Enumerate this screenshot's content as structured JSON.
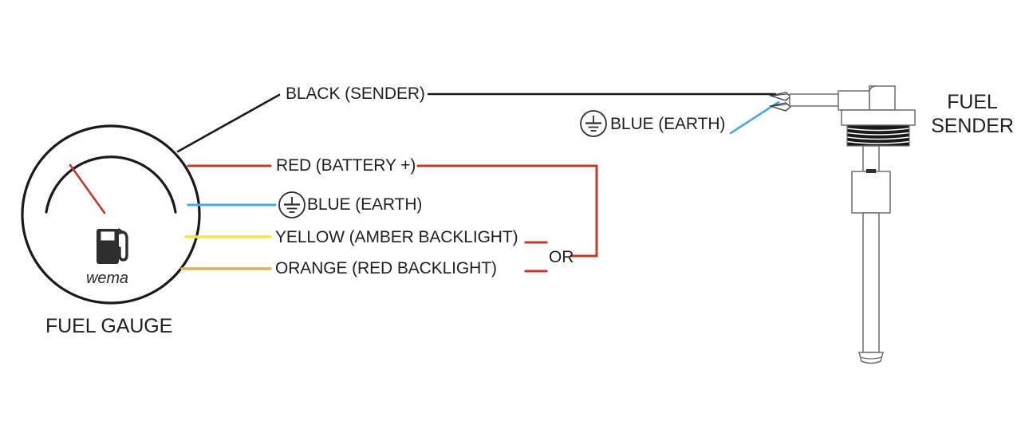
{
  "diagram": {
    "title": "Wema fuel gauge to fuel sender wiring diagram",
    "background": "#ffffff"
  },
  "gauge": {
    "name": "FUEL GAUGE",
    "brand": "wema",
    "icon": "fuel-pump-icon",
    "needle_color": "#c0392b",
    "body_color": "#1a1a1a"
  },
  "sender": {
    "name_line1": "FUEL",
    "name_line2": "SENDER",
    "body_color": "#6e6e6e"
  },
  "wires": [
    {
      "id": "black-sender",
      "label": "BLACK (SENDER)",
      "color": "#1a1a1a"
    },
    {
      "id": "red-battery",
      "label": "RED (BATTERY +)",
      "color": "#c0392b"
    },
    {
      "id": "blue-earth-gauge",
      "label": "BLUE (EARTH)",
      "color": "#4da8d8"
    },
    {
      "id": "yellow-amber",
      "label": "YELLOW (AMBER BACKLIGHT)",
      "color": "#f3e44b"
    },
    {
      "id": "orange-red",
      "label": "ORANGE (RED BACKLIGHT)",
      "color": "#d8b45a"
    }
  ],
  "sender_wire": {
    "id": "blue-earth-sender",
    "label": "BLUE (EARTH)",
    "color": "#4da8d8"
  },
  "junction": {
    "or_label": "OR",
    "color": "#c0392b"
  },
  "symbols": {
    "earth_gauge": "earth-ground-symbol",
    "earth_sender": "earth-ground-symbol"
  }
}
